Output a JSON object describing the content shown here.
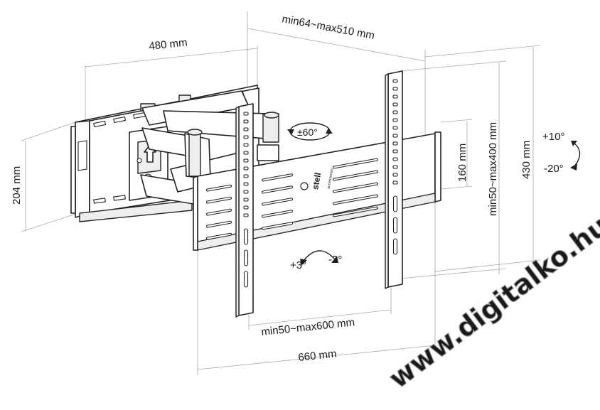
{
  "dimensions": {
    "arm_extension": "min64~max510 mm",
    "wall_plate_width": "480 mm",
    "wall_plate_height": "204 mm",
    "vesa_vertical_range": "min50~max400 mm",
    "inner_height": "160 mm",
    "total_height": "430 mm",
    "vesa_horizontal_range": "min50~max600 mm",
    "total_width": "660 mm"
  },
  "rotations": {
    "swivel": "±60°",
    "tilt_up": "+10°",
    "tilt_down": "-20°",
    "level_plus": "+3°",
    "level_minus": "-3°"
  },
  "brand": {
    "name": "stell",
    "tagline": "accessories"
  },
  "watermark": "www.digitalko.hu"
}
